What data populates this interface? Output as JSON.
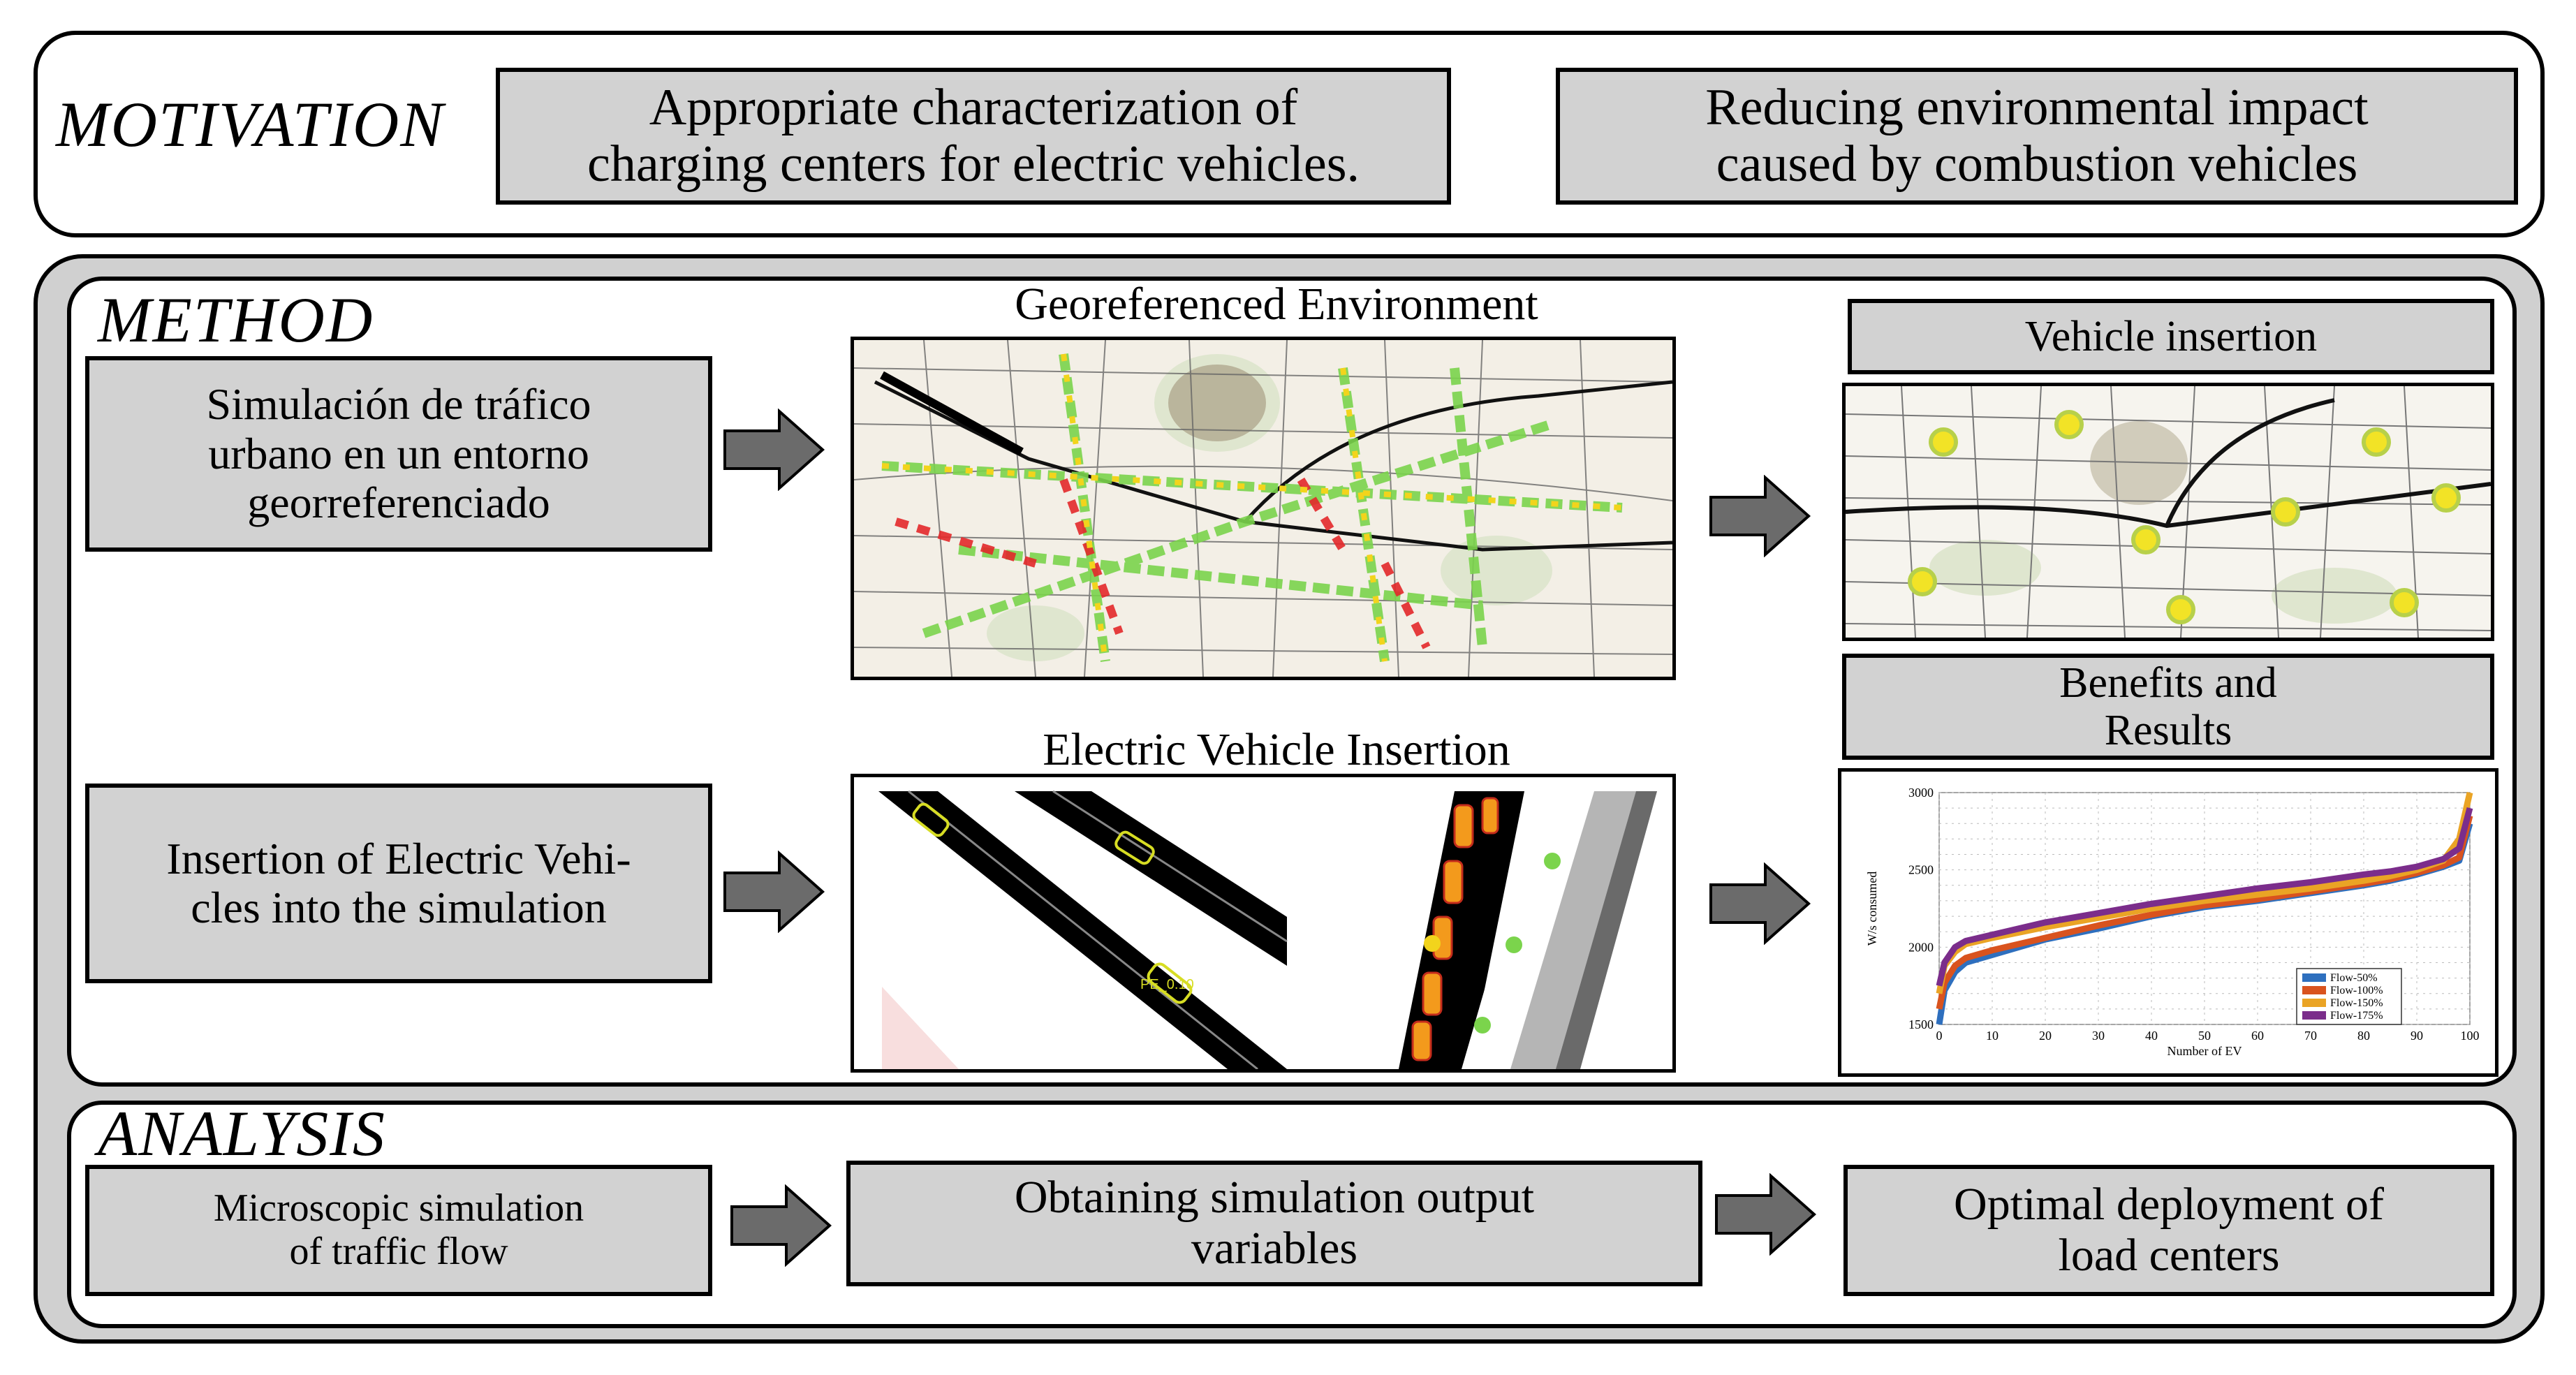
{
  "motivation": {
    "heading": "MOTIVATION",
    "box1": [
      "Appropriate characterization of",
      "charging centers for electric vehicles."
    ],
    "box2": [
      "Reducing environmental impact",
      "caused by combustion vehicles"
    ]
  },
  "method": {
    "heading": "METHOD",
    "sim_box": [
      "Simulación de tráfico",
      "urbano en un entorno",
      "georreferenciado"
    ],
    "ins_box": [
      "Insertion of Electric Vehi-",
      "cles into the simulation"
    ],
    "geo_caption": "Georeferenced Environment",
    "ev_caption": "Electric Vehicle Insertion",
    "veh_ins_label": "Vehicle insertion",
    "benefits_label": [
      "Benefits and",
      "Results"
    ],
    "car_label": "PE_0.10"
  },
  "analysis": {
    "heading": "ANALYSIS",
    "box1": [
      "Microscopic simulation",
      "of traffic flow"
    ],
    "box2": [
      "Obtaining simulation output",
      "variables"
    ],
    "box3": [
      "Optimal deployment of",
      "load centers"
    ]
  },
  "colors": {
    "box_fill": "#d2d2d2",
    "outer_fill": "#d0d0d0",
    "arrow": "#6b6b6b"
  },
  "chart_data": {
    "type": "line",
    "xlabel": "Number of EV",
    "ylabel": "W/s consumed",
    "xlim": [
      0,
      100
    ],
    "ylim": [
      1500,
      3000
    ],
    "xticks": [
      0,
      10,
      20,
      30,
      40,
      50,
      60,
      70,
      80,
      90,
      100
    ],
    "yticks": [
      1500,
      2000,
      2500,
      3000
    ],
    "grid": true,
    "legend_position": "bottom-right",
    "x": [
      0,
      1,
      3,
      5,
      10,
      20,
      30,
      40,
      50,
      60,
      70,
      80,
      85,
      90,
      95,
      98,
      100
    ],
    "series": [
      {
        "name": "Flow-50%",
        "color": "#2e6fbe",
        "values": [
          1500,
          1720,
          1840,
          1900,
          1950,
          2050,
          2120,
          2200,
          2260,
          2300,
          2350,
          2400,
          2430,
          2470,
          2520,
          2560,
          2800
        ]
      },
      {
        "name": "Flow-100%",
        "color": "#d9531e",
        "values": [
          1600,
          1770,
          1880,
          1930,
          1980,
          2060,
          2140,
          2210,
          2270,
          2310,
          2360,
          2410,
          2440,
          2480,
          2530,
          2580,
          2850
        ]
      },
      {
        "name": "Flow-150%",
        "color": "#eaa425",
        "values": [
          1700,
          1880,
          1970,
          2020,
          2060,
          2130,
          2190,
          2250,
          2300,
          2340,
          2380,
          2430,
          2460,
          2500,
          2560,
          2700,
          3000
        ]
      },
      {
        "name": "Flow-175%",
        "color": "#7b2d8b",
        "values": [
          1750,
          1900,
          2000,
          2040,
          2080,
          2160,
          2220,
          2280,
          2330,
          2380,
          2420,
          2470,
          2490,
          2520,
          2570,
          2640,
          2900
        ]
      }
    ]
  }
}
